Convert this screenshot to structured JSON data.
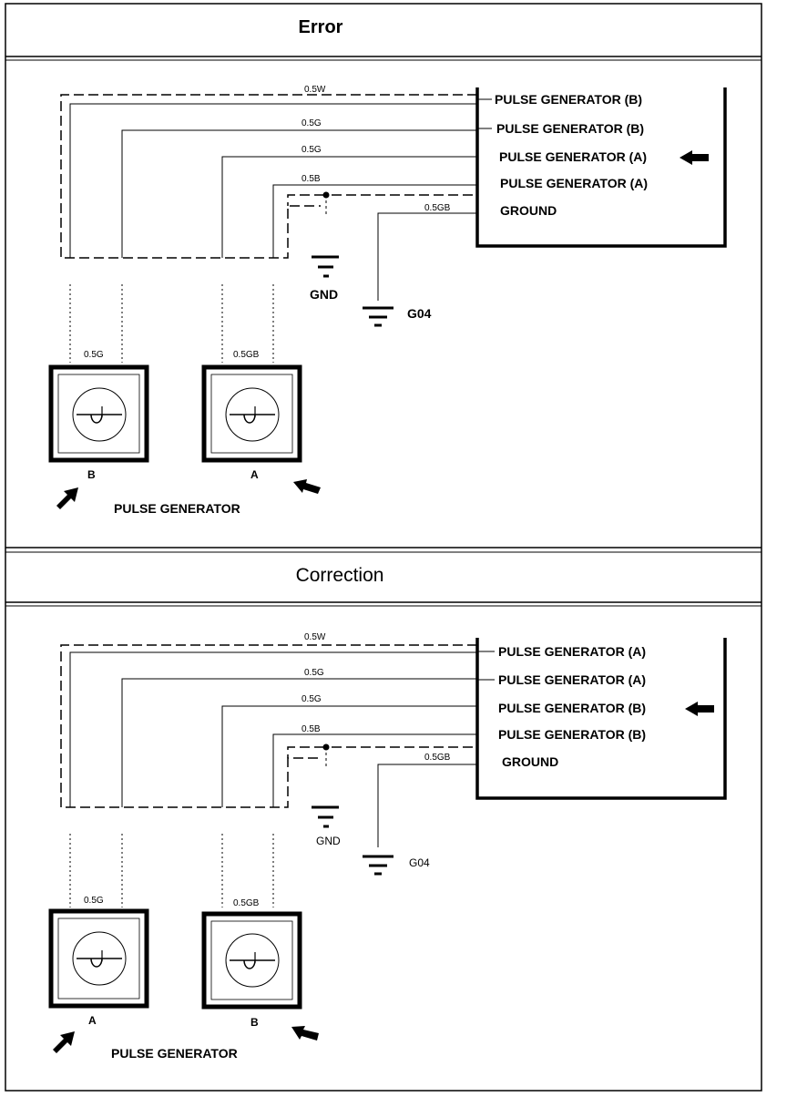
{
  "panels": [
    {
      "title": "Error",
      "ecu_pins": [
        "PULSE GENERATOR (B)",
        "PULSE GENERATOR (B)",
        "PULSE GENERATOR (A)",
        "PULSE GENERATOR (A)",
        "GROUND"
      ],
      "wire_codes": [
        "0.5W",
        "0.5G",
        "0.5G",
        "0.5B",
        "0.5GB"
      ],
      "ground_labels": [
        "GND",
        "G04"
      ],
      "sensor_wire_labels": [
        "0.5G",
        "0.5GB"
      ],
      "sensor_labels": [
        "B",
        "A"
      ],
      "caption": "PULSE GENERATOR"
    },
    {
      "title": "Correction",
      "ecu_pins": [
        "PULSE GENERATOR (A)",
        "PULSE GENERATOR (A)",
        "PULSE GENERATOR (B)",
        "PULSE GENERATOR (B)",
        "GROUND"
      ],
      "wire_codes": [
        "0.5W",
        "0.5G",
        "0.5G",
        "0.5B",
        "0.5GB"
      ],
      "ground_labels": [
        "GND",
        "G04"
      ],
      "sensor_wire_labels": [
        "0.5G",
        "0.5GB"
      ],
      "sensor_labels": [
        "A",
        "B"
      ],
      "caption": "PULSE GENERATOR"
    }
  ]
}
